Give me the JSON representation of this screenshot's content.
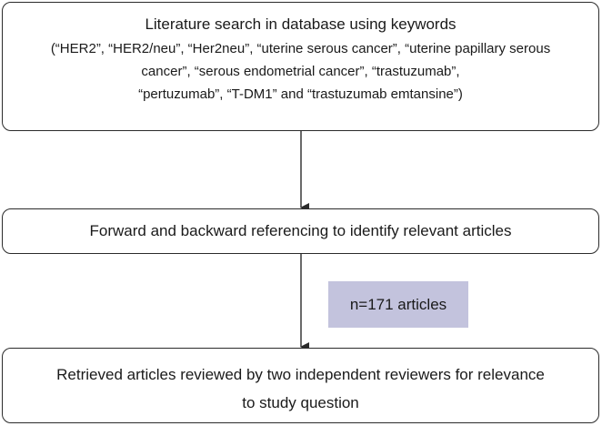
{
  "colors": {
    "box_border": "#2b2b2b",
    "note_fill": "#c3c3dd",
    "arrow": "#2b2b2b",
    "text": "#1a1a1a"
  },
  "boxes": {
    "search": {
      "title": "Literature search in database using keywords",
      "keyword_lines": [
        "(“HER2”, “HER2/neu”, “Her2neu”, “uterine serous cancer”, “uterine papillary serous",
        "cancer”, “serous endometrial cancer”, “trastuzumab”,",
        "“pertuzumab”, “T-DM1” and “trastuzumab emtansine”)"
      ]
    },
    "referencing": {
      "title": "Forward and backward referencing to identify relevant articles"
    },
    "review": {
      "lines": [
        "Retrieved articles reviewed by two independent reviewers for relevance",
        "to study question"
      ]
    }
  },
  "note": {
    "label": "n=171 articles"
  }
}
